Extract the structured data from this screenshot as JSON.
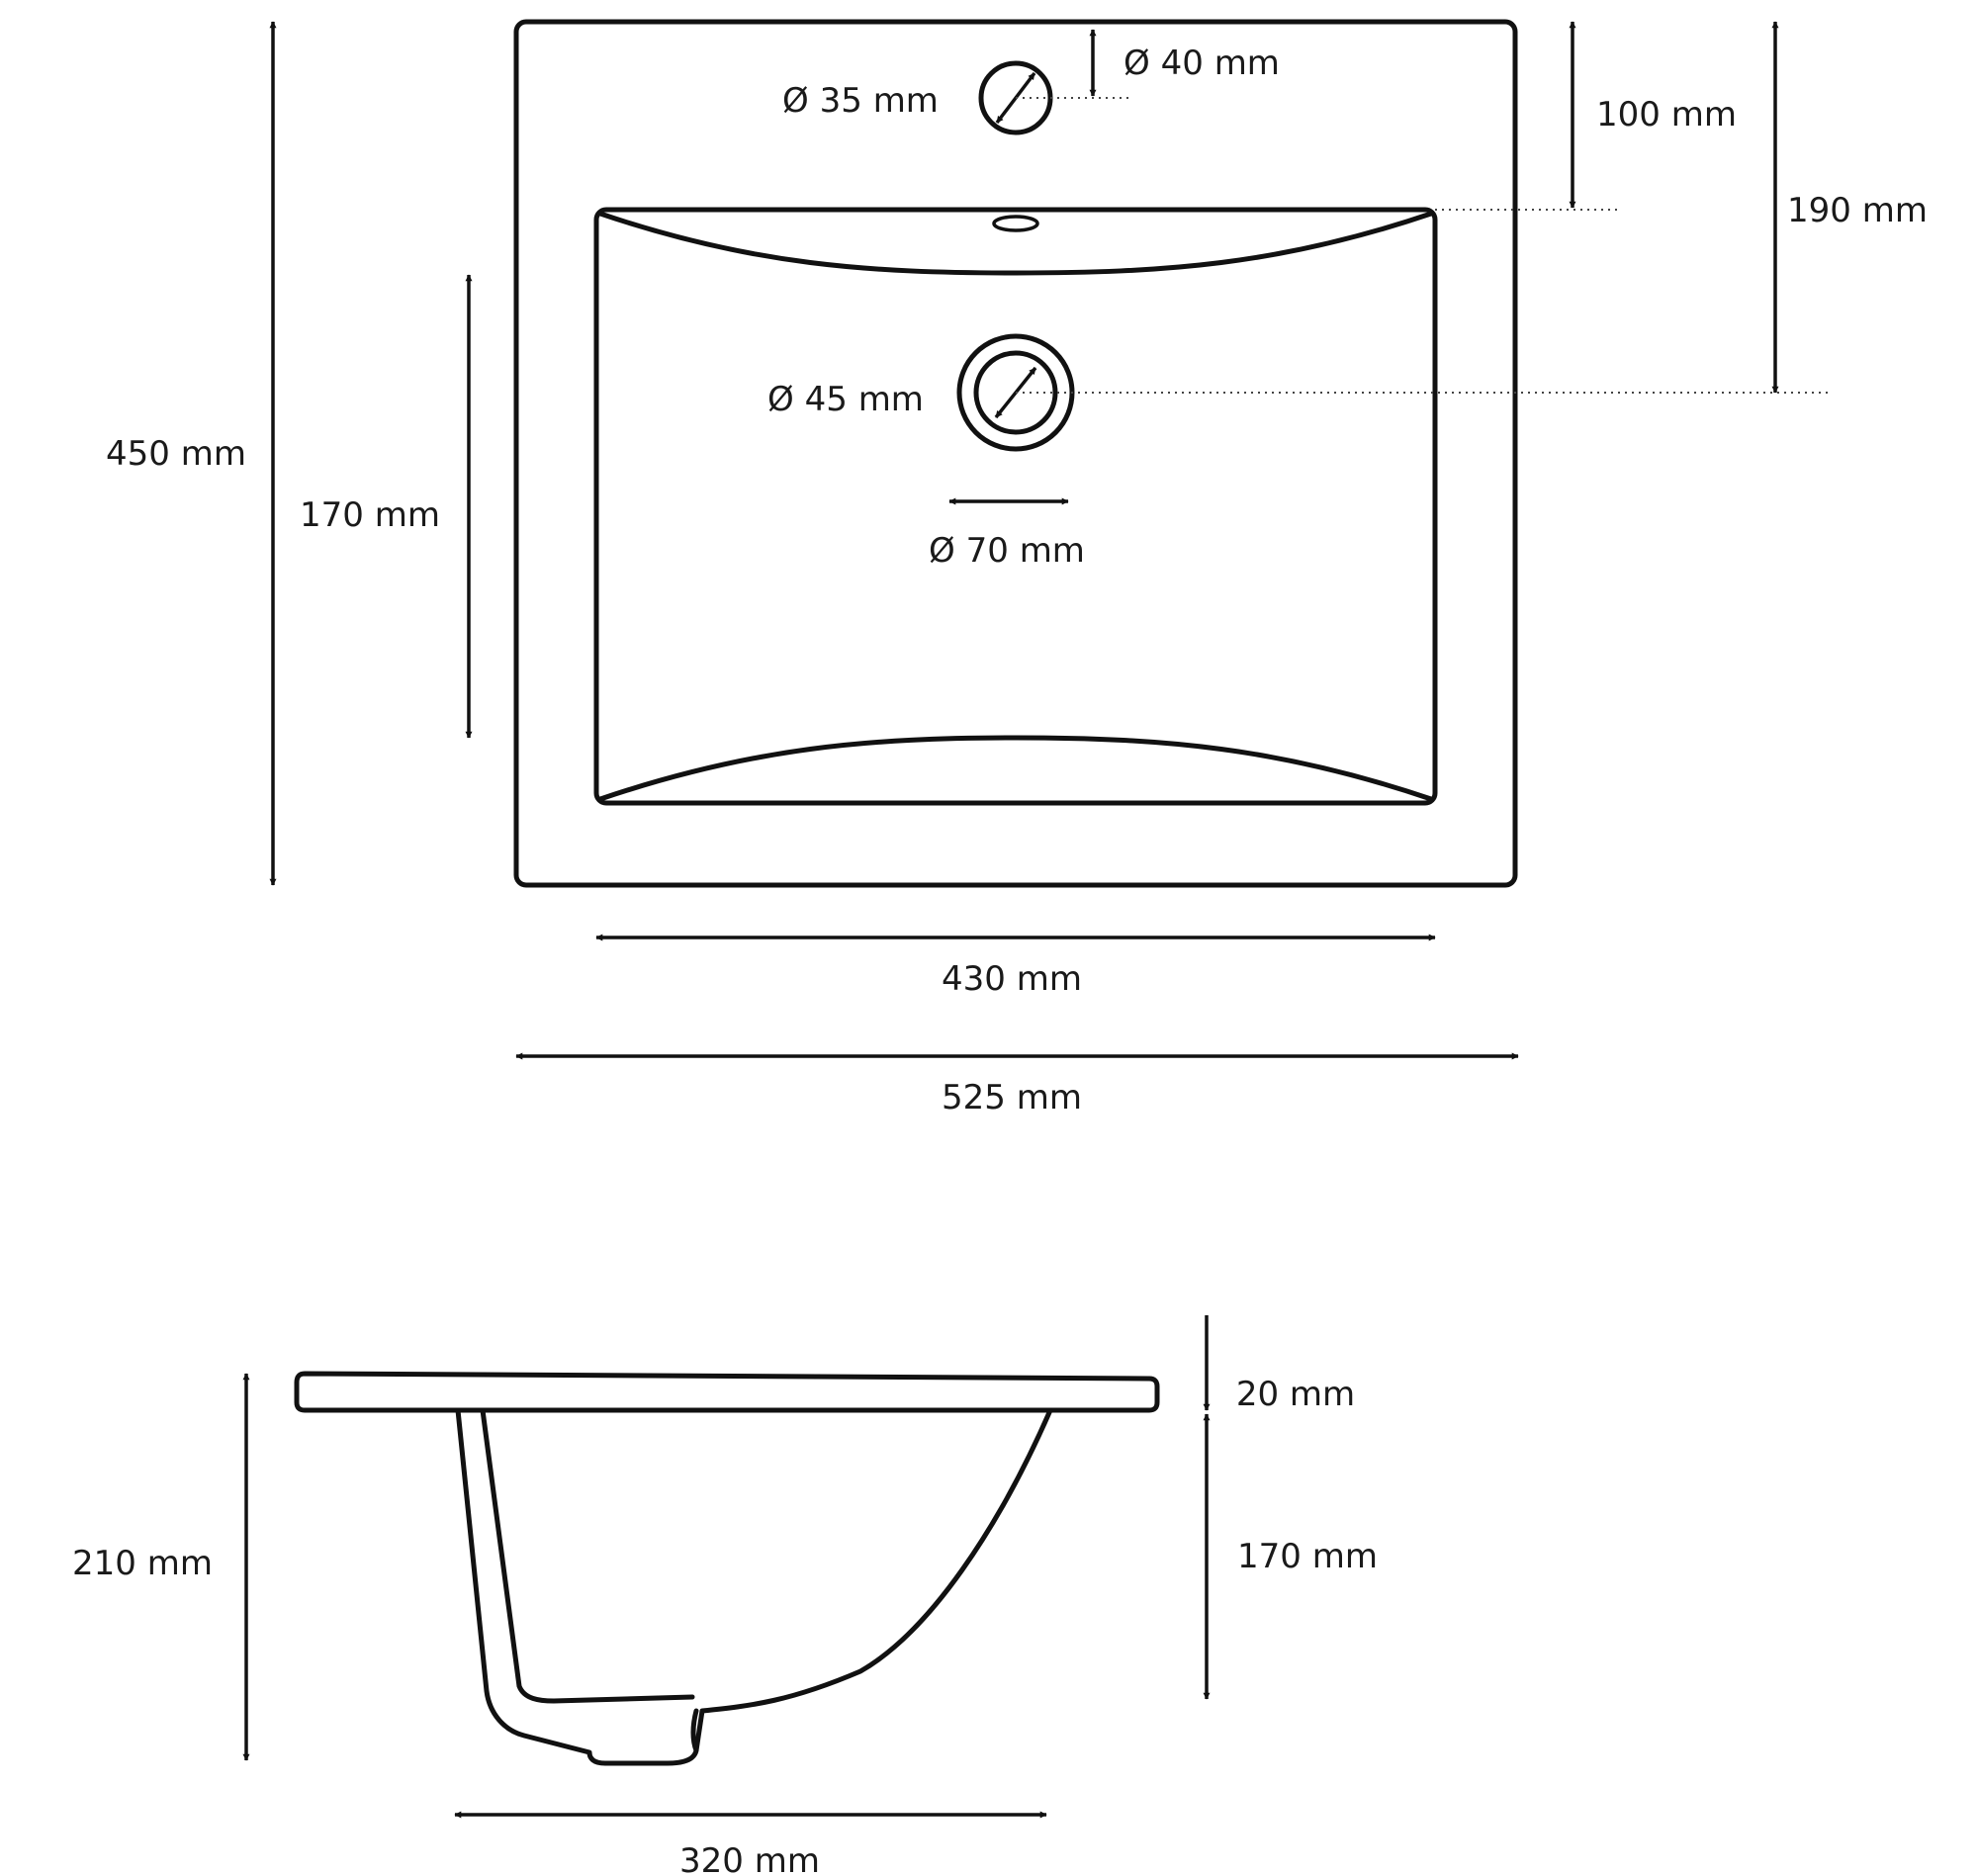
{
  "top_view": {
    "overall_height": "450 mm",
    "basin_height": "170 mm",
    "tap_hole_diameter": "Ø 35 mm",
    "tap_hole_offset": "Ø 40 mm",
    "tap_to_basin": "100 mm",
    "drain_offset": "190 mm",
    "drain_diameter": "Ø 45 mm",
    "drain_outer_diameter": "Ø 70 mm",
    "basin_width": "430 mm",
    "overall_width": "525 mm"
  },
  "side_view": {
    "total_height": "210 mm",
    "rim_thickness": "20 mm",
    "bowl_depth": "170 mm",
    "bowl_width": "320 mm"
  }
}
